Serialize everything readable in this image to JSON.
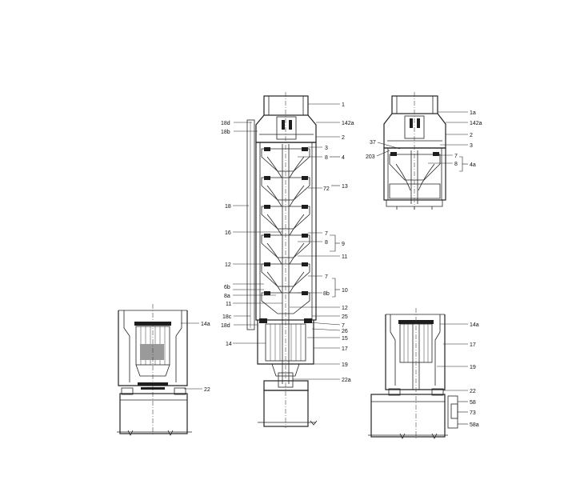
{
  "diagram": {
    "main_view": {
      "labels_right": [
        "1",
        "142a",
        "2",
        "3",
        "8",
        "4",
        "72",
        "13",
        "7",
        "8",
        "9",
        "11",
        "7",
        "8b",
        "10",
        "12",
        "25",
        "7",
        "26",
        "15",
        "17",
        "19",
        "22a"
      ],
      "labels_left": [
        "18d",
        "18b",
        "18",
        "16",
        "12",
        "6b",
        "8a",
        "11",
        "18c",
        "18d",
        "14"
      ]
    },
    "top_right_view": {
      "labels_right": [
        "1a",
        "142a",
        "2",
        "3",
        "7",
        "8",
        "4a"
      ],
      "labels_left": [
        "37",
        "203"
      ]
    },
    "bottom_left_view": {
      "labels": [
        "14a",
        "22"
      ]
    },
    "bottom_right_view": {
      "labels": [
        "14a",
        "17",
        "19",
        "22",
        "58",
        "73",
        "58a"
      ]
    }
  }
}
